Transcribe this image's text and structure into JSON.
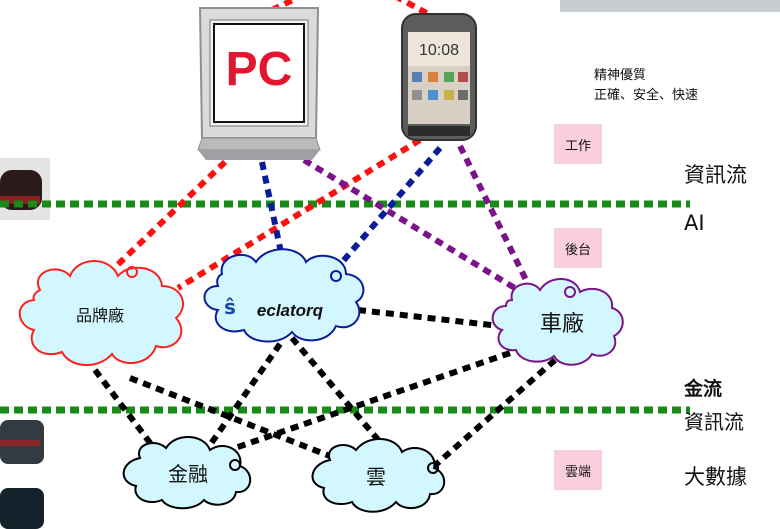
{
  "devices": {
    "pc_label": "PC",
    "phone_clock": "10:08"
  },
  "clouds": {
    "brand": "品牌廠",
    "server": "eclatorq",
    "car": "車廠",
    "finance": "金融",
    "cloud": "雲"
  },
  "notes": {
    "quality_line1": "精神優質",
    "quality_line2": "正確、安全、快速"
  },
  "tags": {
    "work": "工作",
    "backend": "後台",
    "cloud_end": "雲端"
  },
  "side_labels": {
    "info_flow_top": "資訊流",
    "ai": "AI",
    "money_flow": "金流",
    "info_flow_bottom": "資訊流",
    "big_data": "大數據"
  },
  "colors": {
    "red_link": "#ff1010",
    "blue_link": "#0a1c9a",
    "purple_link": "#7b1488",
    "black_link": "#000000",
    "green_divider": "#178a17",
    "cloud_fill": "#d2f7ff",
    "tag_fill": "#f9cfe0"
  }
}
